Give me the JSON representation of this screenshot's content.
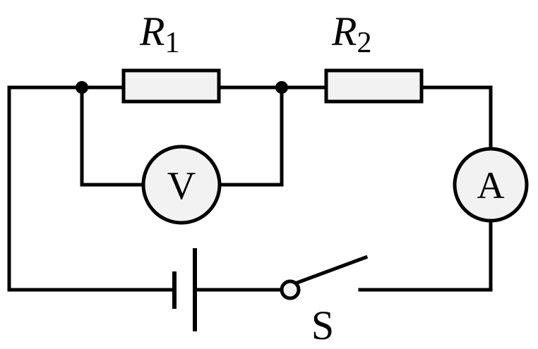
{
  "resistors": [
    {
      "id": "R1",
      "letter": "R",
      "subscript": "1"
    },
    {
      "id": "R2",
      "letter": "R",
      "subscript": "2"
    }
  ],
  "meters": {
    "voltmeter": "V",
    "ammeter": "A"
  },
  "switch": {
    "label": "S"
  },
  "colors": {
    "wire": "#000000",
    "component_fill": "#f2f2f2",
    "background": "#ffffff"
  }
}
